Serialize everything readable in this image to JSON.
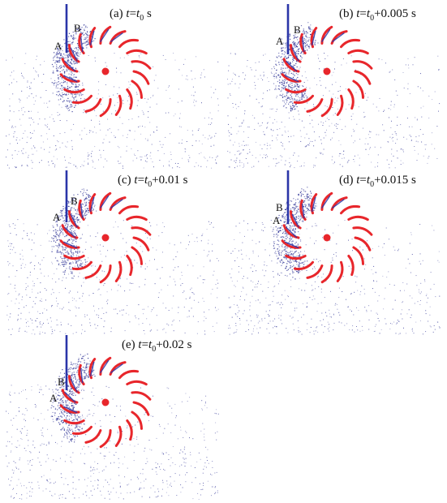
{
  "figure": {
    "panels": [
      {
        "id": "a",
        "prefix": "(a) ",
        "var": "t",
        "eq": "=",
        "base": "t",
        "sub": "0",
        "suffix": " s",
        "marker_a": "A",
        "marker_b": "B"
      },
      {
        "id": "b",
        "prefix": "(b) ",
        "var": "t",
        "eq": "=",
        "base": "t",
        "sub": "0",
        "suffix": "+0.005 s",
        "marker_a": "A",
        "marker_b": "B"
      },
      {
        "id": "c",
        "prefix": "(c) ",
        "var": "t",
        "eq": "=",
        "base": "t",
        "sub": "0",
        "suffix": "+0.01 s",
        "marker_a": "A",
        "marker_b": "B"
      },
      {
        "id": "d",
        "prefix": "(d) ",
        "var": "t",
        "eq": "=",
        "base": "t",
        "sub": "0",
        "suffix": "+0.015 s",
        "marker_a": "A",
        "marker_b": "B"
      },
      {
        "id": "e",
        "prefix": "(e) ",
        "var": "t",
        "eq": "=",
        "base": "t",
        "sub": "0",
        "suffix": "+0.02 s",
        "marker_a": "A",
        "marker_b": "B"
      }
    ],
    "colors": {
      "blade": "#e8262b",
      "hub": "#e8262b",
      "jet": "#2a35a8",
      "particles": "#3b3f9c"
    }
  }
}
